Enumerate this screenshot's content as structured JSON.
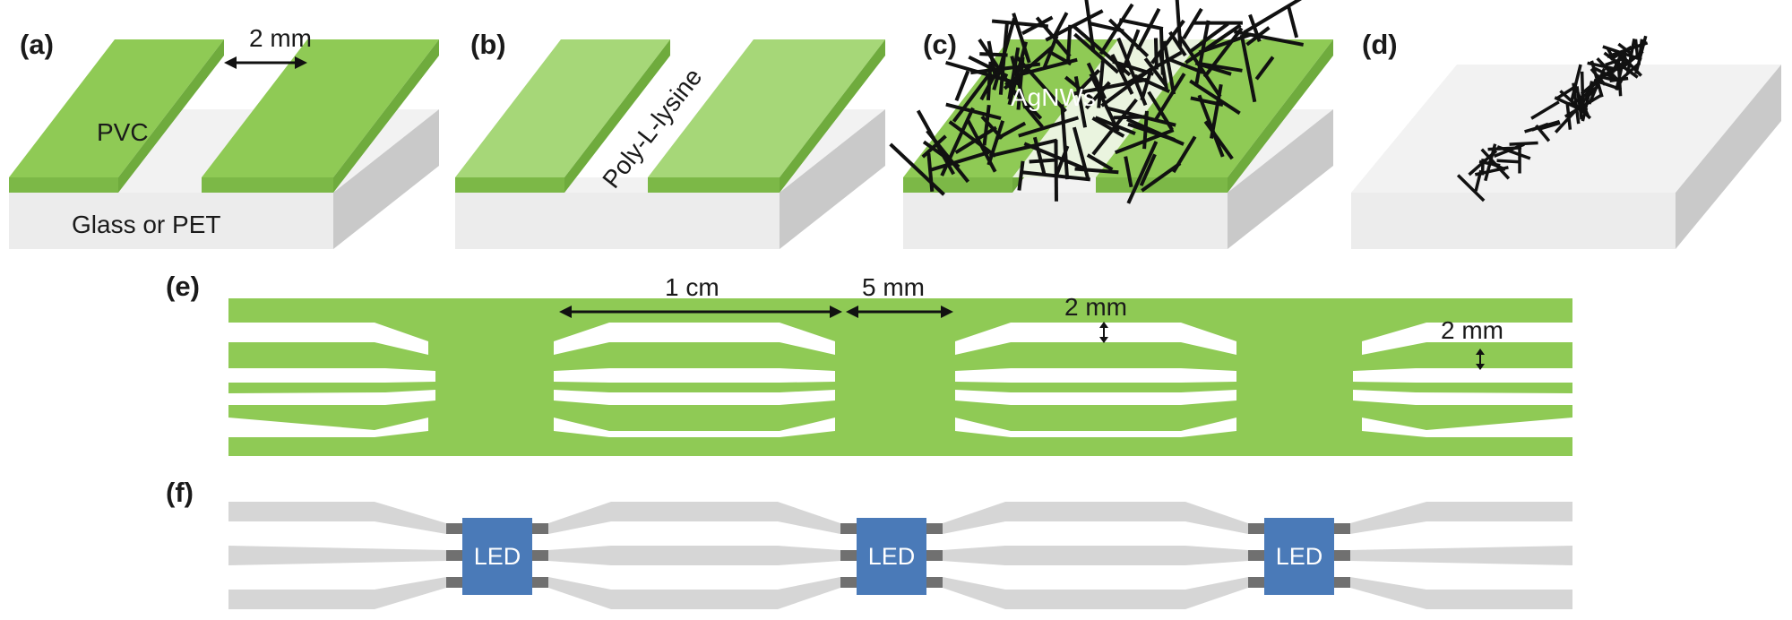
{
  "colors": {
    "green_top": "#8fca55",
    "green_side": "#6fab3d",
    "green_light": "#a6d778",
    "glass_top": "#f2f2f2",
    "glass_side": "#c9c9c9",
    "glass_front": "#ececec",
    "wire": "#111111",
    "trace_gray": "#d6d6d6",
    "led_blue": "#4a7ab8",
    "led_pin": "#707070"
  },
  "panels": {
    "a": {
      "label": "(a)",
      "dimension": "2 mm",
      "strip_text": "PVC",
      "substrate_text": "Glass or PET"
    },
    "b": {
      "label": "(b)",
      "coating_text": "Poly-L-lysine"
    },
    "c": {
      "label": "(c)",
      "wires_text": "AgNWs"
    },
    "d": {
      "label": "(d)"
    },
    "e": {
      "label": "(e)",
      "dim_length": "1 cm",
      "dim_width": "5 mm",
      "dim_gap1": "2 mm",
      "dim_gap2": "2 mm"
    },
    "f": {
      "label": "(f)",
      "leds": [
        "LED",
        "LED",
        "LED"
      ]
    }
  }
}
